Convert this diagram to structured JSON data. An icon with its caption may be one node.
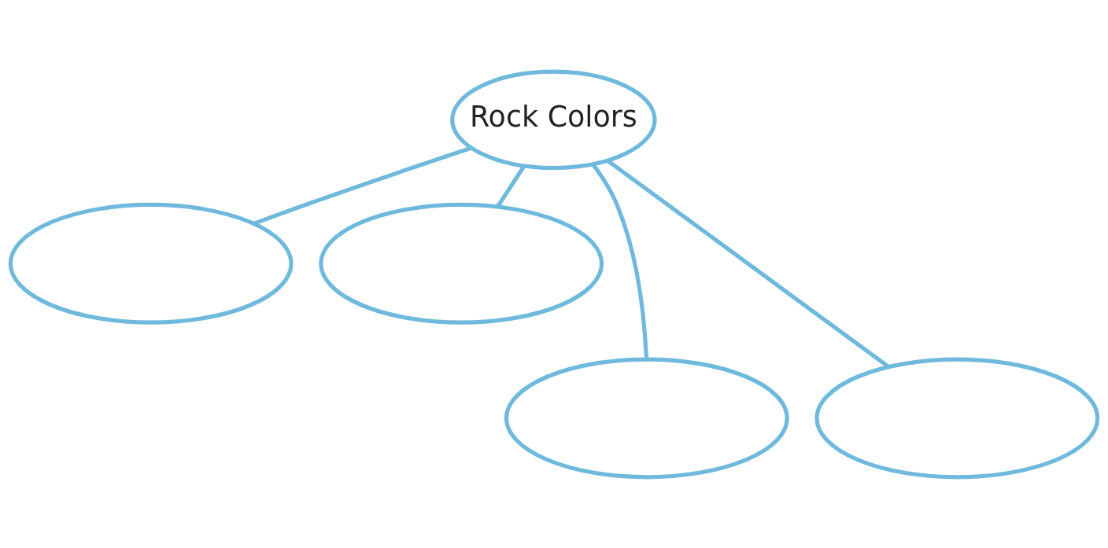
{
  "diagram": {
    "nodes": [
      {
        "text": [
          "Rock Colors"
        ]
      },
      {
        "text": [],
        "shape": "ellipse"
      },
      {
        "text": [],
        "shape": "ellipse"
      },
      {
        "text": [],
        "shape": "ellipse"
      },
      {
        "text": [],
        "shape": "ellipse"
      }
    ],
    "edges": [
      {
        "from": 0,
        "to": 1,
        "arrow": "none"
      },
      {
        "from": 0,
        "to": 3,
        "arrow": "none"
      },
      {
        "from": 0,
        "to": 4,
        "arrow": "none"
      },
      {
        "from": 0,
        "to": 2,
        "arrow": "none"
      }
    ]
  }
}
